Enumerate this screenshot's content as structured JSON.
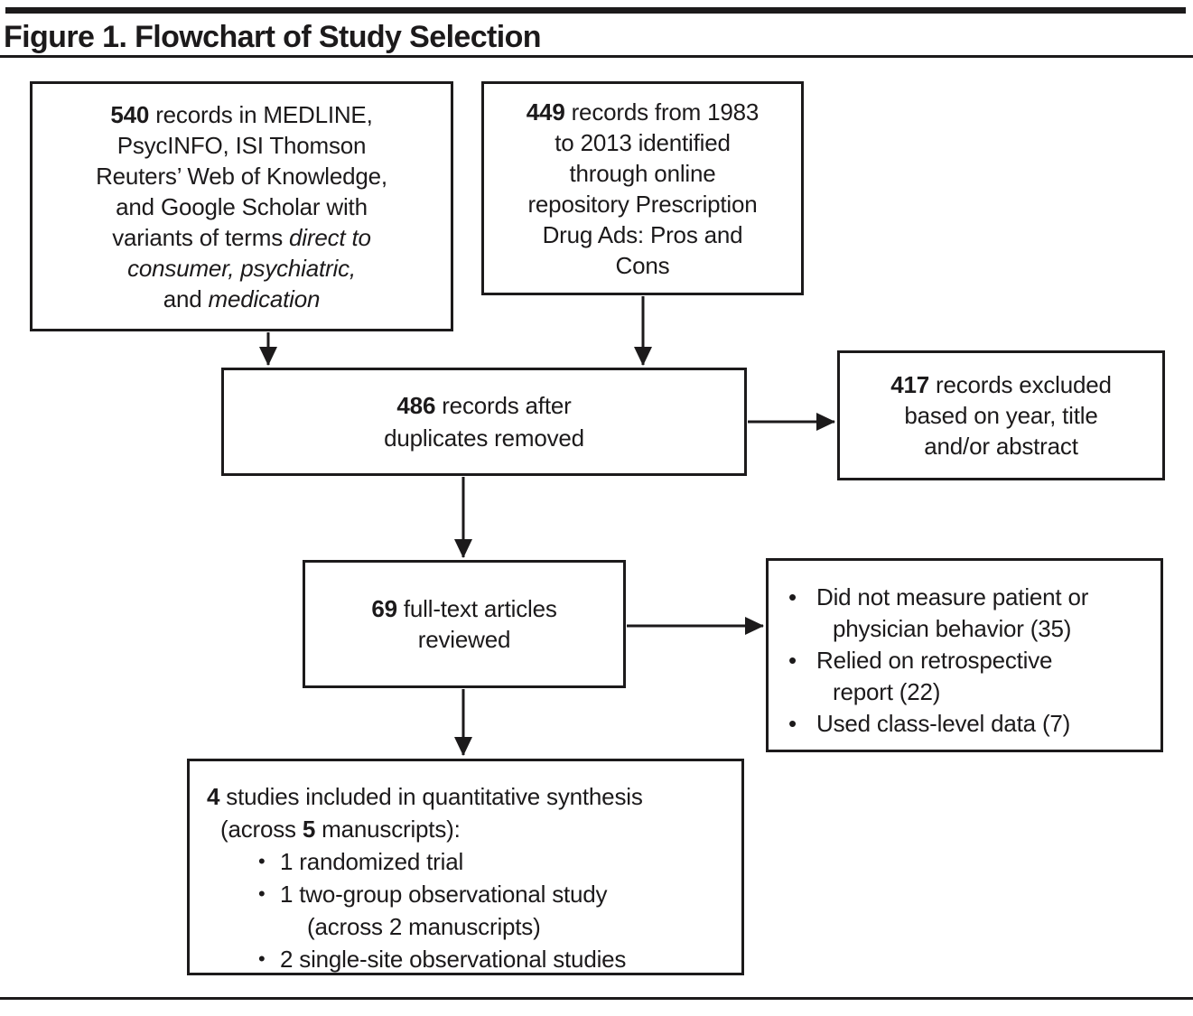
{
  "figure": {
    "title": "Figure 1. Flowchart of Study Selection"
  },
  "colors": {
    "ink": "#1c1a1b",
    "background": "#ffffff"
  },
  "bullet_glyph": "•",
  "boxes": {
    "databases": {
      "count": "540",
      "line1_rest": " records in MEDLINE,",
      "line2": "PsycINFO, ISI Thomson",
      "line3": "Reuters’ Web of Knowledge,",
      "line4": "and Google Scholar with",
      "line5_plain": "variants of terms ",
      "line5_italic": "direct to",
      "line6_italic": "consumer, psychiatric,",
      "line7_plain": "and ",
      "line7_italic": "medication"
    },
    "repository": {
      "count": "449",
      "line1_rest": " records from 1983",
      "line2": "to 2013 identified",
      "line3": "through online",
      "line4": "repository Prescription",
      "line5": "Drug Ads: Pros and",
      "line6": "Cons"
    },
    "dedupe": {
      "count": "486",
      "line1_rest": " records after",
      "line2": "duplicates removed"
    },
    "excluded_screening": {
      "count": "417",
      "line1_rest": " records excluded",
      "line2": "based on year, title",
      "line3": "and/or abstract"
    },
    "fulltext": {
      "count": "69",
      "line1_rest": " full-text articles",
      "line2": "reviewed"
    },
    "excluded_fulltext": {
      "bullet1_line1": "Did not measure patient or",
      "bullet1_line2": "physician behavior (35)",
      "bullet2_line1": "Relied on retrospective",
      "bullet2_line2": "report (22)",
      "bullet3": "Used class-level data (7)"
    },
    "included": {
      "count": "4",
      "line1_rest": " studies included in quantitative synthesis",
      "line2_pre": "(across ",
      "line2_bold": "5",
      "line2_post": " manuscripts):",
      "bullet1": "1 randomized trial",
      "bullet2_line1": "1 two-group observational study",
      "bullet2_line2": "(across 2 manuscripts)",
      "bullet3": "2 single-site observational studies"
    }
  }
}
